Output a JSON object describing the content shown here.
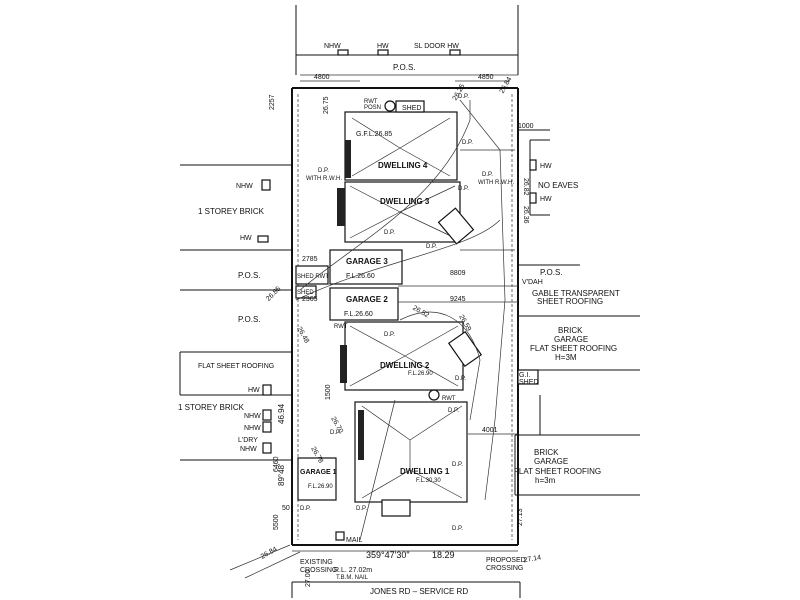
{
  "top": {
    "nhw": "NHW",
    "hw": "HW",
    "sl_door_hw": "SL DOOR HW",
    "pos": "P.O.S.",
    "d4800": "4800",
    "d4850": "4850"
  },
  "left": {
    "nhw1": "NHW",
    "storey1": "1 STOREY BRICK",
    "hw1": "HW",
    "pos1": "P.O.S.",
    "pos2": "P.O.S.",
    "flat_roof": "FLAT SHEET ROOFING",
    "hw2": "HW",
    "storey2": "1 STOREY BRICK",
    "nhw2": "NHW",
    "nhw3": "NHW",
    "ldry": "L'DRY",
    "nhw4": "NHW"
  },
  "right": {
    "d1000": "1000",
    "hw1": "HW",
    "no_eaves": "NO EAVES",
    "hw2": "HW",
    "pos": "P.O.S.",
    "vdah": "V'DAH",
    "gable": "GABLE TRANSPARENT",
    "sheet_roof": "SHEET ROOFING",
    "brick": "BRICK",
    "garage": "GARAGE",
    "flat_roof": "FLAT SHEET ROOFING",
    "h3m": "H=3M",
    "gi": "G.I.",
    "shed": "SHED",
    "brick2": "BRICK",
    "garage2": "GARAGE",
    "flat_roof2": "FLAT SHEET ROOFING",
    "h3m2": "h=3m",
    "lev_2713": "27.13"
  },
  "units": {
    "dwelling4": "DWELLING 4",
    "gfl4": "G.F.L.26.85",
    "shed": "SHED",
    "rwt": "RWT",
    "rwt_posn": "POSN",
    "dwelling3": "DWELLING 3",
    "garage3": "GARAGE 3",
    "garage3_fl": "F.L.26.60",
    "garage2": "GARAGE 2",
    "garage2_fl": "F.L.26.60",
    "dwelling2": "DWELLING 2",
    "dwelling2_fl": "F.L.26.90",
    "rwt2": "RWT",
    "dwelling1": "DWELLING 1",
    "dwelling1_fl": "F.L.30.30",
    "rwt1": "RWT",
    "garage1": "GARAGE 1",
    "garage1_fl": "F.L.26.90",
    "shed_rwt": "SHED RWT",
    "shed2": "SHED"
  },
  "dims": {
    "d2257": "2257",
    "d2785": "2785",
    "d2365": "2365",
    "d8809": "8809",
    "d9245": "9245",
    "d4001": "4001",
    "d1500": "1500",
    "d6460": "6460",
    "d5500": "5500",
    "d50": "50",
    "d4694": "46.94",
    "bearing_side": "89°48'"
  },
  "levels": {
    "l2675": "26.75",
    "l2625": "26.25",
    "l2684": "26.84",
    "l2682": "26.82",
    "l2636": "26.36",
    "l2648": "26.48",
    "l2652": "26.52",
    "l2659": "26.59",
    "l2670": "26.70",
    "l2678": "26.78",
    "l2685": "26.85",
    "l2684b": "26.84",
    "l2700": "27.00"
  },
  "tags": {
    "dp": "D.P.",
    "with_rwh": "WITH R.W.H."
  },
  "bottom": {
    "mail": "MAIL",
    "bearing": "359°47'30\"",
    "frontage": "18.29",
    "existing": "EXISTING",
    "crossing": "CROSSING",
    "rl": "R.L. 27.02m",
    "tbm": "T.B.M. NAIL",
    "proposed": "PROPOSED",
    "crossing2": "CROSSING",
    "lev_2714": "27.14",
    "road": "JONES RD – SERVICE RD"
  }
}
